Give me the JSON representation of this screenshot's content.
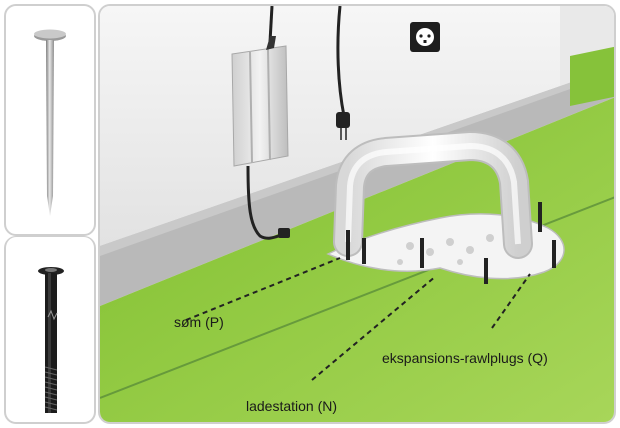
{
  "labels": {
    "nail": "søm (P)",
    "charging_station": "ladestation (N)",
    "anchors": "ekspansions-rawlplugs (Q)"
  },
  "colors": {
    "grass": "#8cc63f",
    "grass_dark": "#6fa82e",
    "wall": "#eeeeee",
    "floor_gray": "#b5b5b5"
  }
}
